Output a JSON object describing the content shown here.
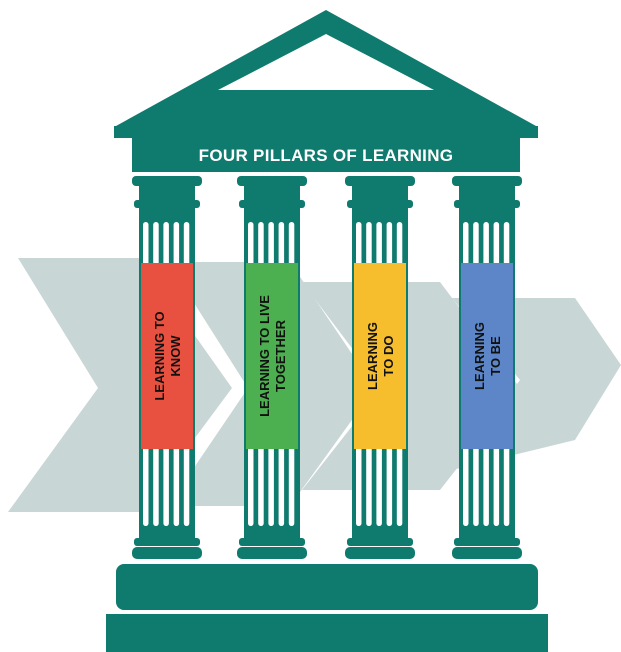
{
  "title": "FOUR PILLARS OF LEARNING",
  "pillars": [
    {
      "line1": "LEARNING TO",
      "line2": "KNOW",
      "color": "#e8503f"
    },
    {
      "line1": "LEARNING TO LIVE",
      "line2": "TOGETHER",
      "color": "#4caf50"
    },
    {
      "line1": "LEARNING",
      "line2": "TO DO",
      "color": "#f6bd2c"
    },
    {
      "line1": "LEARNING",
      "line2": "TO BE",
      "color": "#5c86c8"
    }
  ],
  "colors": {
    "temple": "#0f7a6e",
    "chevron": "#c9d6d6",
    "fluting": "#ffffff"
  }
}
